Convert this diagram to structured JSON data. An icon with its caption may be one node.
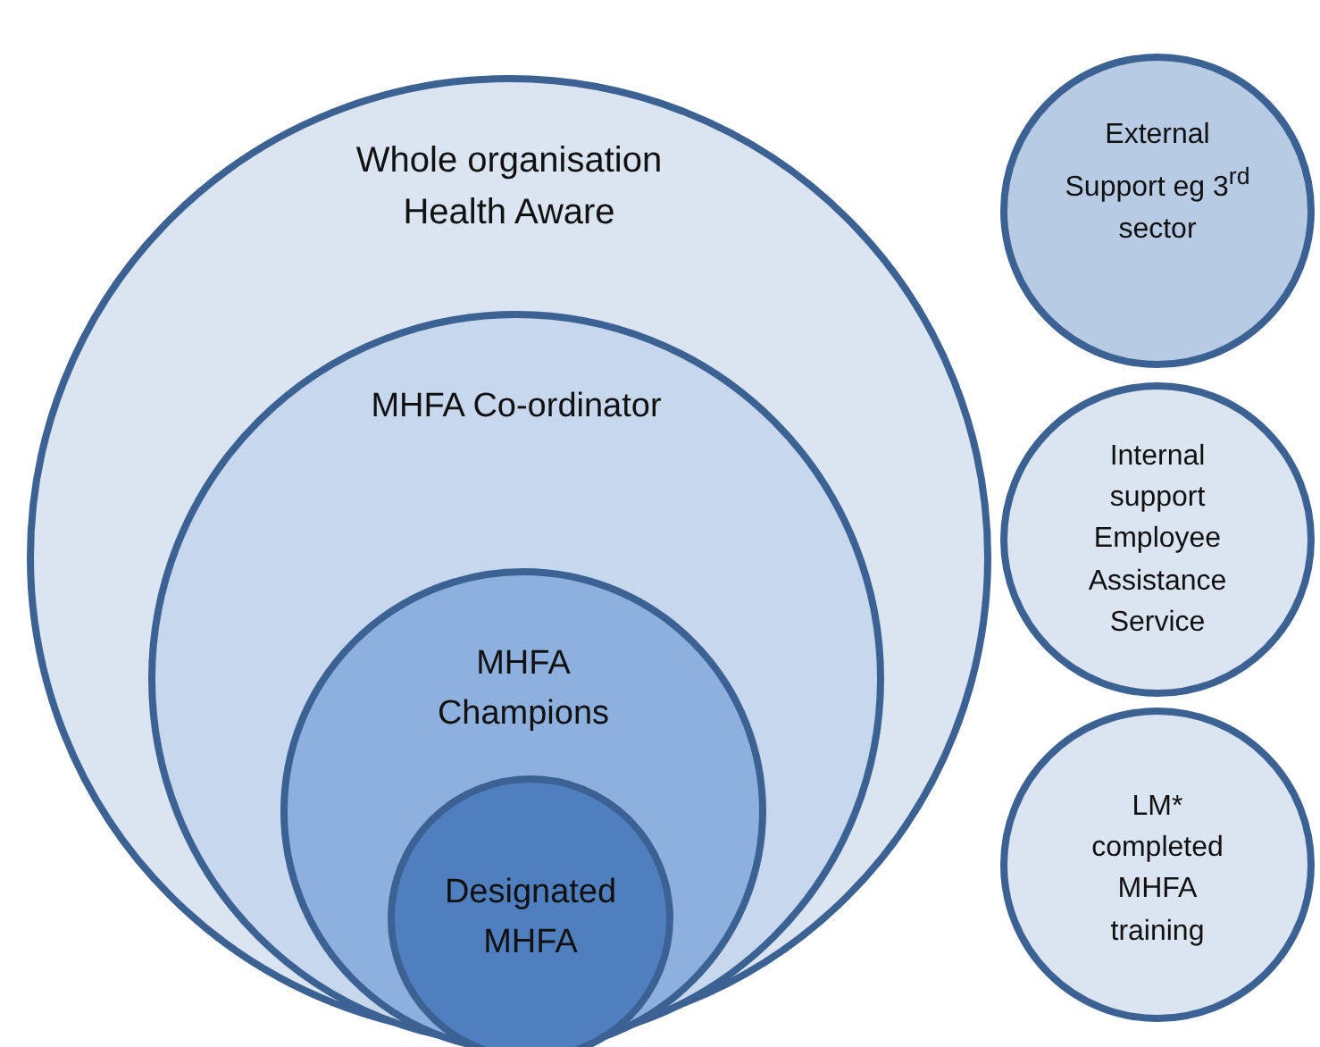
{
  "diagram": {
    "nodes": [
      {
        "text": [
          "Whole organisation Health Aware"
        ]
      },
      {
        "text": [
          "MHFA Co-ordinator"
        ],
        "in": 0
      },
      {
        "text": [
          "MHFA Champions"
        ],
        "in": 1
      },
      {
        "text": [
          "Designated MHFA"
        ],
        "in": 2
      },
      {
        "text": [
          "External Support eg 3$^{rd}$ sector"
        ]
      },
      {
        "text": [
          "Internal support Employee Assistance Service"
        ]
      },
      {
        "text": [
          "LM* completed MHFA training"
        ]
      }
    ]
  }
}
